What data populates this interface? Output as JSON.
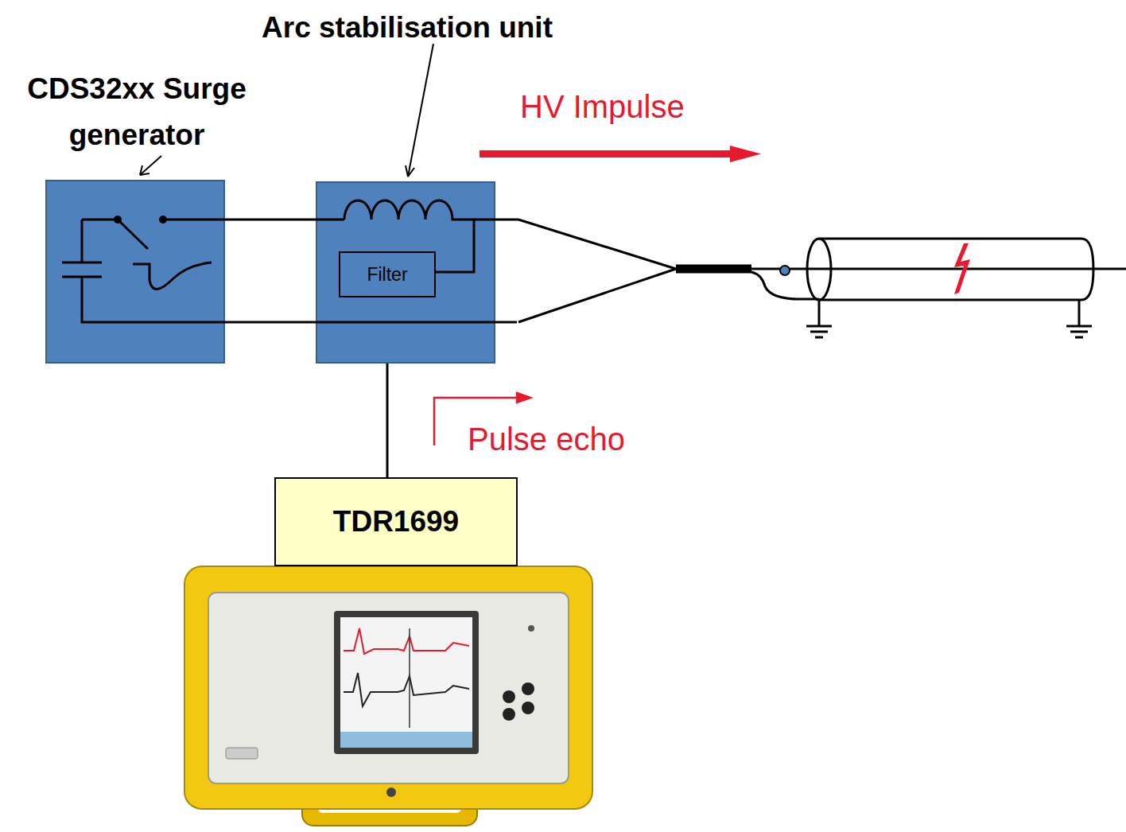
{
  "diagram": {
    "nodes": [
      {
        "text": [
          "CDS32xx Surge generator"
        ]
      },
      {
        "text": [
          "Arc stabilisation unit"
        ]
      },
      {
        "text": [
          "Filter"
        ],
        "in": 1
      },
      {
        "text": [
          "TDR1699"
        ]
      }
    ],
    "edges": [
      {
        "from": 0,
        "to": 1,
        "arrow": "none"
      },
      {
        "from": 2,
        "to": 3,
        "arrow": "none"
      }
    ],
    "labels": [
      "HV Impulse",
      "Pulse echo"
    ]
  }
}
